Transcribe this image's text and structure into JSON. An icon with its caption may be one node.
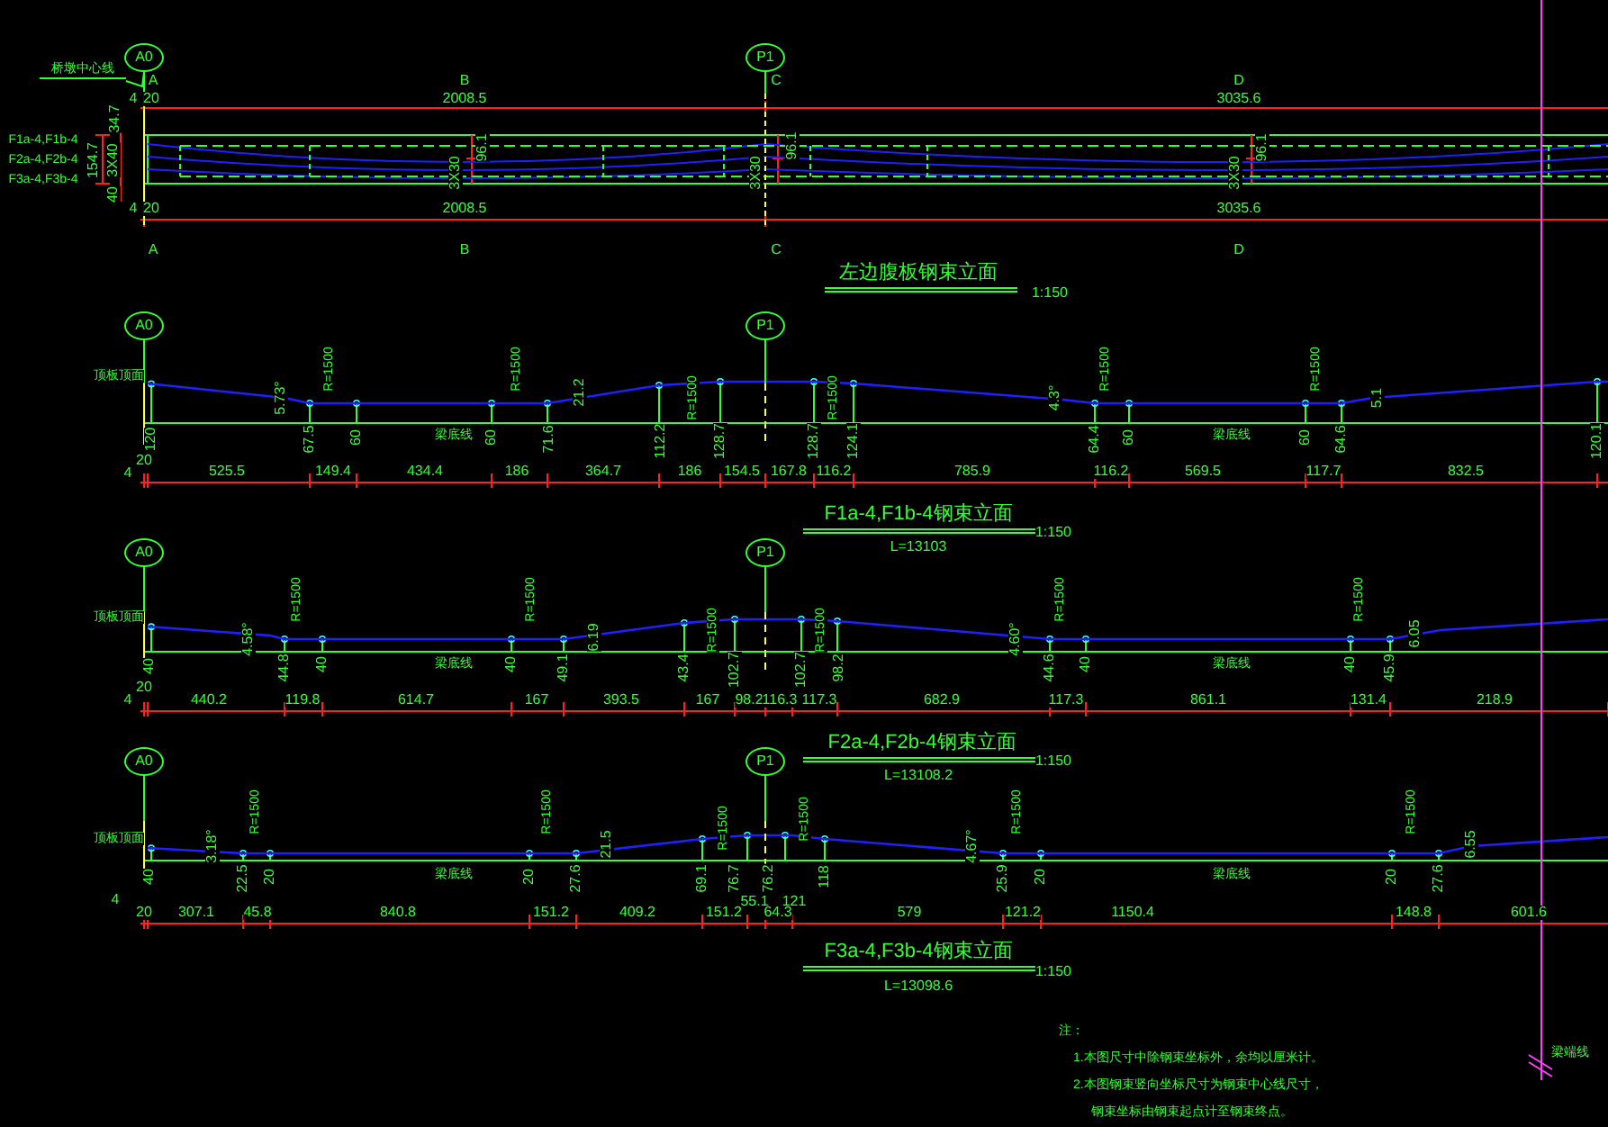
{
  "diagram": {
    "title": "左边腹板钢束立面",
    "nodes": [
      {
        "text": [
          "A0"
        ]
      },
      {
        "text": [
          "P1"
        ]
      },
      {
        "text": [
          "桥墩中心线"
        ]
      },
      {
        "text": [
          "A0"
        ]
      },
      {
        "text": [
          "P1"
        ]
      },
      {
        "text": [
          "A0"
        ]
      },
      {
        "text": [
          "P1"
        ]
      },
      {
        "text": [
          "A0"
        ]
      },
      {
        "text": [
          "P1"
        ]
      }
    ],
    "edges": [
      {
        "from": 2,
        "to": 0,
        "arrow": "none"
      }
    ],
    "labels": [
      "A",
      "B",
      "C",
      "D",
      "4",
      "20",
      "2008.5",
      "3035.6",
      "F1a-4,F1b-4",
      "F2a-4,F2b-4",
      "F3a-4,F3b-4",
      "34.7",
      "154.7",
      "3X40",
      "40",
      "96.1",
      "3X30",
      "96.1",
      "3X30",
      "96.1",
      "3X30",
      "4",
      "20",
      "2008.5",
      "3035.6",
      "A",
      "B",
      "C",
      "D",
      "1:150",
      "顶板顶面",
      "5.73°",
      "R=1500",
      "R=1500",
      "21.2",
      "R=1500",
      "4.3°",
      "R=1500",
      "R=1500",
      "5.1",
      "R=1500",
      "120",
      "67.5",
      "60",
      "梁底线",
      "60",
      "71.6",
      "112.2",
      "128.7",
      "128.7",
      "124.1",
      "64.4",
      "60",
      "梁底线",
      "60",
      "64.6",
      "120.1",
      "4",
      "20",
      "525.5",
      "149.4",
      "434.4",
      "186",
      "364.7",
      "186",
      "154.5",
      "167.8",
      "116.2",
      "785.9",
      "116.2",
      "569.5",
      "117.7",
      "832.5",
      "F1a-4,F1b-4钢束立面",
      "1:150",
      "L=13103",
      "顶板顶面",
      "4.58°",
      "R=1500",
      "R=1500",
      "6.19",
      "R=1500",
      "4.60°",
      "R=1500",
      "R=1500",
      "6.05",
      "R=1500",
      "40",
      "44.8",
      "40",
      "梁底线",
      "40",
      "49.1",
      "43.4",
      "102.7",
      "102.7",
      "98.2",
      "44.6",
      "40",
      "梁底线",
      "40",
      "45.9",
      "4",
      "20",
      "440.2",
      "119.8",
      "614.7",
      "167",
      "393.5",
      "167",
      "98.2",
      "116.3",
      "117.3",
      "682.9",
      "117.3",
      "861.1",
      "131.4",
      "218.9",
      "F2a-4,F2b-4钢束立面",
      "1:150",
      "L=13108.2",
      "顶板顶面",
      "3.18°",
      "R=1500",
      "R=1500",
      "21.5",
      "R=1500",
      "4.67°",
      "R=1500",
      "R=1500",
      "6.55",
      "R=1500",
      "40",
      "22.5",
      "20",
      "梁底线",
      "20",
      "27.6",
      "69.1",
      "76.7",
      "76.2",
      "118",
      "25.9",
      "20",
      "梁底线",
      "20",
      "27.6",
      "4",
      "55.1",
      "121",
      "20",
      "307.1",
      "45.8",
      "840.8",
      "151.2",
      "409.2",
      "151.2",
      "64.3",
      "579",
      "121.2",
      "1150.4",
      "148.8",
      "601.6",
      "F3a-4,F3b-4钢束立面",
      "1:150",
      "L=13098.6",
      "注：",
      "1.本图尺寸中除钢束坐标外，余均以厘米计。",
      "2.本图钢束竖向坐标尺寸为钢束中心线尺寸，",
      "钢束坐标由钢束起点计至钢束终点。",
      "梁端线"
    ]
  }
}
